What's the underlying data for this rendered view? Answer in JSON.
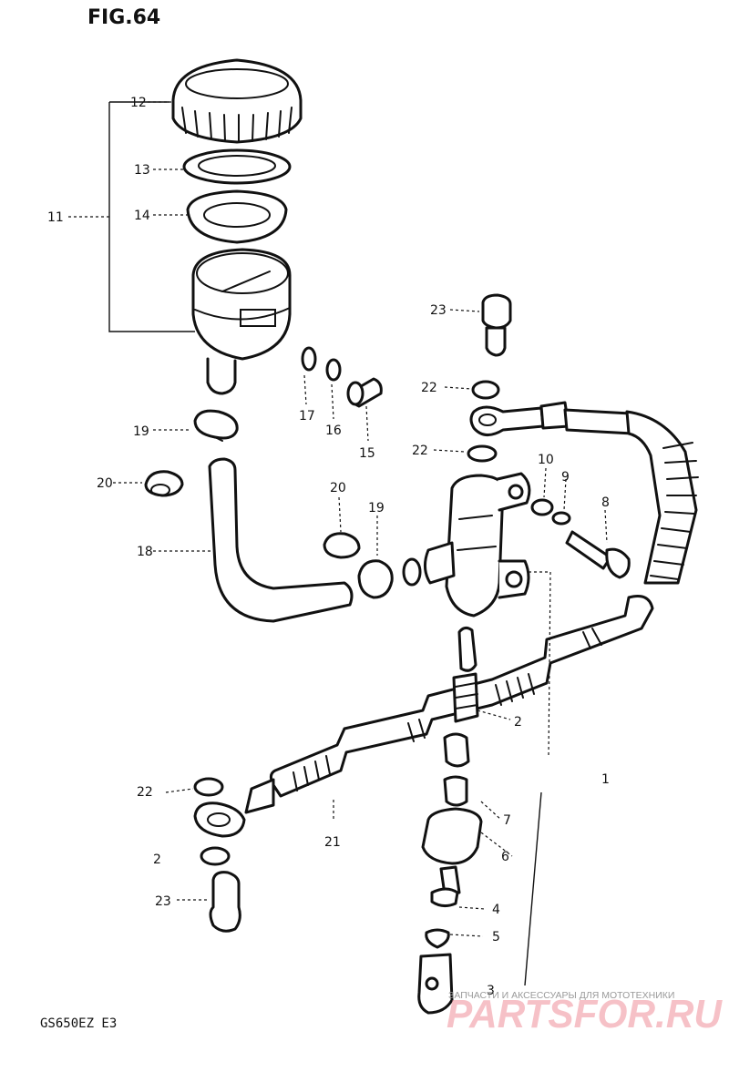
{
  "figure": {
    "title": "FIG.64",
    "model_code": "GS650EZ E3"
  },
  "callouts": {
    "c1": "1",
    "c2a": "2",
    "c2b": "2",
    "c3": "3",
    "c4": "4",
    "c5": "5",
    "c6": "6",
    "c7": "7",
    "c8": "8",
    "c9": "9",
    "c10": "10",
    "c11": "11",
    "c12": "12",
    "c13": "13",
    "c14": "14",
    "c15": "15",
    "c16": "16",
    "c17": "17",
    "c18": "18",
    "c19a": "19",
    "c19b": "19",
    "c20a": "20",
    "c20b": "20",
    "c21": "21",
    "c22a": "22",
    "c22b": "22",
    "c22c": "22",
    "c23a": "23",
    "c23b": "23"
  },
  "watermark": {
    "caption": "ЗАПЧАСТИ И АКСЕССУАРЫ ДЛЯ МОТОТЕХНИКИ",
    "logo": "PARTSFOR.RU"
  }
}
